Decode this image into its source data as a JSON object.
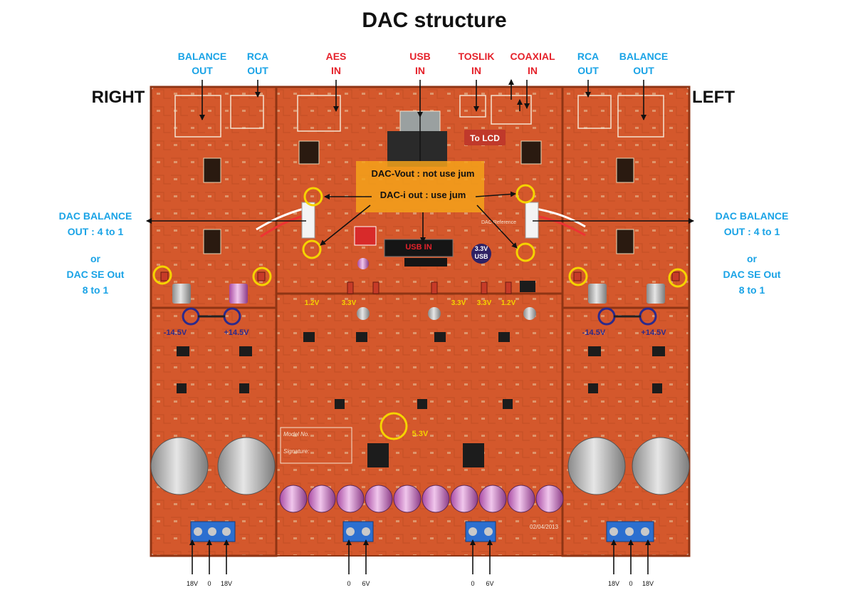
{
  "title": "DAC structure",
  "side_labels": {
    "right": "RIGHT",
    "left": "LEFT"
  },
  "top_labels": {
    "balance_out_l1": "BALANCE",
    "balance_out_l2": "OUT",
    "rca_l1": "RCA",
    "rca_l2": "OUT",
    "aes_l1": "AES",
    "aes_l2": "IN",
    "usb_l1": "USB",
    "usb_l2": "IN",
    "toslik_l1": "TOSLIK",
    "toslik_l2": "IN",
    "coaxial_l1": "COAXIAL",
    "coaxial_l2": "IN"
  },
  "side_notes": {
    "dac_balance_l1": "DAC BALANCE",
    "dac_balance_l2": "OUT : 4 to 1",
    "or": "or",
    "dac_se_l1": "DAC SE Out",
    "dac_se_l2": "8 to 1"
  },
  "board_notes": {
    "to_lcd": "To LCD",
    "dac_vout": "DAC-Vout : not use jum",
    "dac_iout": "DAC-i out : use jum",
    "usb_in_silk": "USB IN",
    "usb_33v_l1": "3.3V",
    "usb_33v_l2": "USB"
  },
  "voltages": {
    "v1_2": "1.2V",
    "v3_3": "3.3V",
    "v5_3": "5.3V",
    "v_neg14_5": "-14.5V",
    "v_pos14_5": "+14.5V"
  },
  "terminal_labels": {
    "v18": "18V",
    "v0": "0",
    "v6": "6V"
  },
  "silkscreen": {
    "model_no": "Model No.",
    "signature": "Signature:",
    "date": "02/04/2013",
    "dac_ref": "DAC Reference"
  },
  "colors": {
    "blue_label": "#1aa3e6",
    "red_label": "#e5222b",
    "pcb": "#d4582c",
    "pcb_dark": "#a8401c",
    "highlight_yellow": "#f5d300",
    "highlight_navy": "#2b2a8c",
    "lcd_box": "#c0392b"
  },
  "icons": [
    "arrow-icon",
    "capacitor-icon",
    "screw-terminal-icon",
    "jumper-icon",
    "connector-icon"
  ]
}
